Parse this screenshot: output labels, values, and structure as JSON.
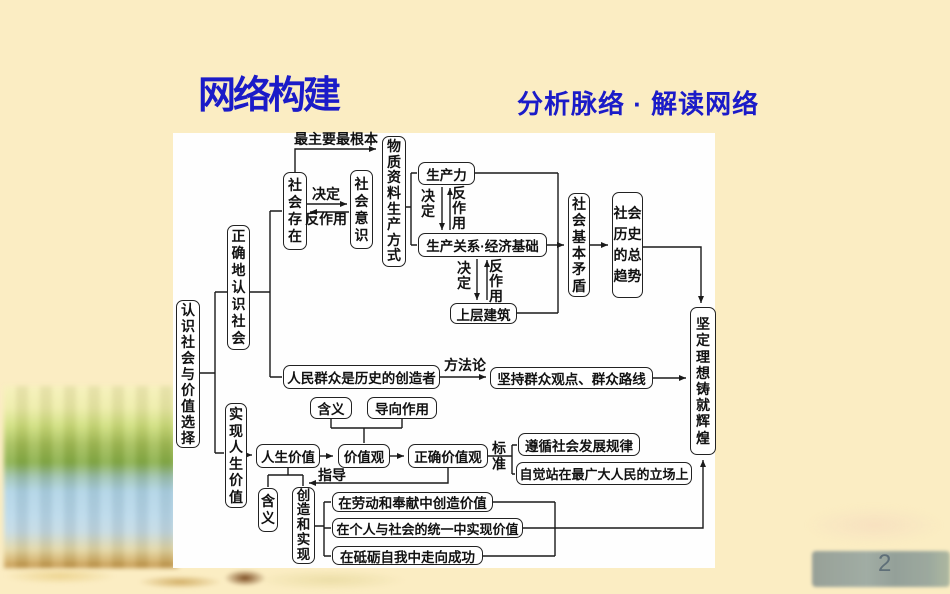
{
  "header": {
    "title": "网络构建",
    "subtitle": "分析脉络 · 解读网络"
  },
  "nodes": {
    "renshi": "认识社会与价值选择",
    "zhengque": "正确地认识社会",
    "shixian": "实现人生价值",
    "cunzai": "社会存在",
    "yishi": "社会意识",
    "wuzhi": "物质资料生产方式",
    "shengchanli": "生产力",
    "guanxi": "生产关系·经济基础",
    "shangceng": "上层建筑",
    "maodun": "社会基本矛盾",
    "qushi": "社会历史的总趋势",
    "jianding": "坚定理想 铸就辉煌",
    "renmin": "人民群众是历史的创造者",
    "jianchi": "坚持群众观点、群众路线",
    "hanyi1": "含义",
    "daoxiang": "导向作用",
    "rensheng": "人生价值",
    "jiazhiguan": "价值观",
    "zhengquejiazhi": "正确价值观",
    "zunxun": "遵循社会发展规律",
    "zijue": "自觉站在最广大人民的立场上",
    "hanyi2": "含义",
    "chuangzao": "创造和实现",
    "laodong": "在劳动和奉献中创造价值",
    "geren": "在个人与社会的统一中实现价值",
    "dili": "在砥砺自我中走向成功"
  },
  "labels": {
    "zuigenben": "最主要最根本",
    "jueding": "决定",
    "fanzuoyong": "反作用",
    "fangfalun": "方法论",
    "zhidao": "指导",
    "biaozhun": "标准"
  },
  "colors": {
    "background": "#fbedc3",
    "panel": "#fefefe",
    "title_blue": "#1b1bc8",
    "line_black": "#1a1a1a"
  },
  "watermark": {
    "text": "2"
  }
}
